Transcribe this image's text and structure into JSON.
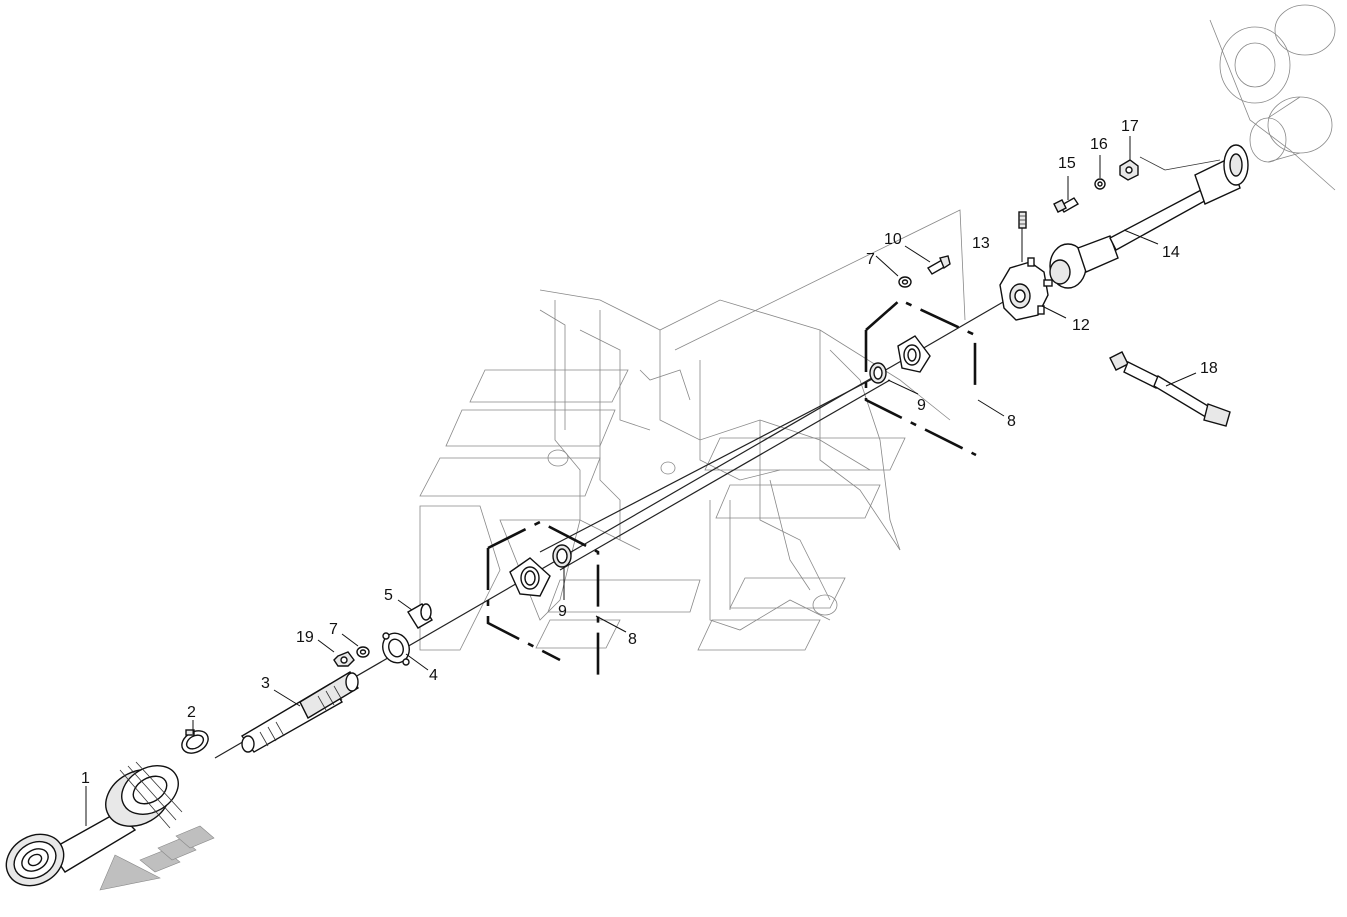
{
  "diagram": {
    "callouts": {
      "c1": "1",
      "c2": "2",
      "c3": "3",
      "c4": "4",
      "c5": "5",
      "c7a": "7",
      "c7b": "7",
      "c8a": "8",
      "c8b": "8",
      "c9a": "9",
      "c9b": "9",
      "c10": "10",
      "c12": "12",
      "c13": "13",
      "c14": "14",
      "c15": "15",
      "c16": "16",
      "c17": "17",
      "c18": "18",
      "c19": "19"
    },
    "colors": {
      "line": "#111111",
      "frame": "#888888",
      "fill": "#ffffff",
      "hatch": "#bfbfbf"
    }
  }
}
